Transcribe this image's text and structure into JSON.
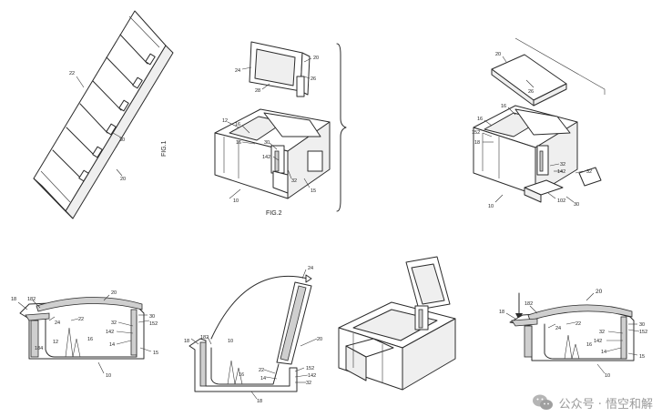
{
  "figures": {
    "fig1": {
      "label": "FIG.1",
      "refs": [
        "22",
        "30",
        "20"
      ]
    },
    "fig2": {
      "label": "FIG.2",
      "refs": [
        "20",
        "24",
        "26",
        "28",
        "10",
        "12",
        "16",
        "30",
        "142",
        "15",
        "32"
      ]
    },
    "fig3": {
      "refs": [
        "20",
        "26",
        "16",
        "152",
        "18",
        "32",
        "142",
        "102",
        "30",
        "10"
      ]
    },
    "fig4": {
      "refs": [
        "18",
        "182",
        "24",
        "22",
        "16",
        "12",
        "184",
        "20",
        "30",
        "152",
        "32",
        "142",
        "14",
        "15",
        "10"
      ]
    },
    "fig5": {
      "refs": [
        "24",
        "18",
        "182",
        "10",
        "16",
        "22",
        "14",
        "20",
        "152",
        "142",
        "32",
        "18"
      ]
    },
    "fig7": {
      "refs": [
        "18",
        "182",
        "20",
        "24",
        "22",
        "16",
        "30",
        "152",
        "32",
        "142",
        "14",
        "15",
        "10"
      ]
    }
  },
  "watermark": {
    "text": "公众号 · 悟空和解",
    "icon": "wechat-icon"
  },
  "colors": {
    "ink": "#2b2b2b",
    "watermark": "#9a9a9a",
    "background": "#ffffff"
  }
}
